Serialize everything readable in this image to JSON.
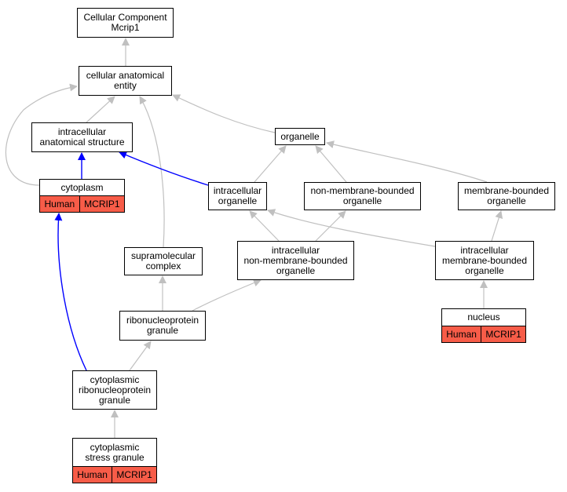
{
  "nodes": {
    "cc": {
      "label": "Cellular Component\nMcrip1"
    },
    "cae": {
      "label": "cellular anatomical\nentity"
    },
    "ias": {
      "label": "intracellular\nanatomical structure"
    },
    "org": {
      "label": "organelle"
    },
    "cyto": {
      "label": "cytoplasm",
      "species": "Human",
      "gene": "MCRIP1"
    },
    "icorg": {
      "label": "intracellular\norganelle"
    },
    "nmbo": {
      "label": "non-membrane-bounded\norganelle"
    },
    "mbo": {
      "label": "membrane-bounded\norganelle"
    },
    "supra": {
      "label": "supramolecular\ncomplex"
    },
    "icnmbo": {
      "label": "intracellular\nnon-membrane-bounded\norganelle"
    },
    "icmbo": {
      "label": "intracellular\nmembrane-bounded\norganelle"
    },
    "rnpg": {
      "label": "ribonucleoprotein\ngranule"
    },
    "nucleus": {
      "label": "nucleus",
      "species": "Human",
      "gene": "MCRIP1"
    },
    "crnpg": {
      "label": "cytoplasmic\nribonucleoprotein\ngranule"
    },
    "csg": {
      "label": "cytoplasmic\nstress granule",
      "species": "Human",
      "gene": "MCRIP1"
    }
  },
  "edges": [
    {
      "from": "cae",
      "to": "cc",
      "style": "gray"
    },
    {
      "from": "ias",
      "to": "cae",
      "style": "gray"
    },
    {
      "from": "org",
      "to": "cae",
      "style": "gray"
    },
    {
      "from": "cyto",
      "to": "cae",
      "style": "gray"
    },
    {
      "from": "supra",
      "to": "cae",
      "style": "gray"
    },
    {
      "from": "cyto",
      "to": "ias",
      "style": "blue"
    },
    {
      "from": "icorg",
      "to": "ias",
      "style": "blue"
    },
    {
      "from": "icorg",
      "to": "org",
      "style": "gray"
    },
    {
      "from": "nmbo",
      "to": "org",
      "style": "gray"
    },
    {
      "from": "mbo",
      "to": "org",
      "style": "gray"
    },
    {
      "from": "icnmbo",
      "to": "icorg",
      "style": "gray"
    },
    {
      "from": "icmbo",
      "to": "icorg",
      "style": "gray"
    },
    {
      "from": "icnmbo",
      "to": "nmbo",
      "style": "gray"
    },
    {
      "from": "icmbo",
      "to": "mbo",
      "style": "gray"
    },
    {
      "from": "rnpg",
      "to": "supra",
      "style": "gray"
    },
    {
      "from": "rnpg",
      "to": "icnmbo",
      "style": "gray"
    },
    {
      "from": "nucleus",
      "to": "icmbo",
      "style": "gray"
    },
    {
      "from": "crnpg",
      "to": "rnpg",
      "style": "gray"
    },
    {
      "from": "crnpg",
      "to": "cyto",
      "style": "blue"
    },
    {
      "from": "csg",
      "to": "crnpg",
      "style": "gray"
    }
  ],
  "colors": {
    "gray_edge": "#c0c0c0",
    "blue_edge": "#0000ff",
    "annotation_fill": "#f75c48"
  }
}
